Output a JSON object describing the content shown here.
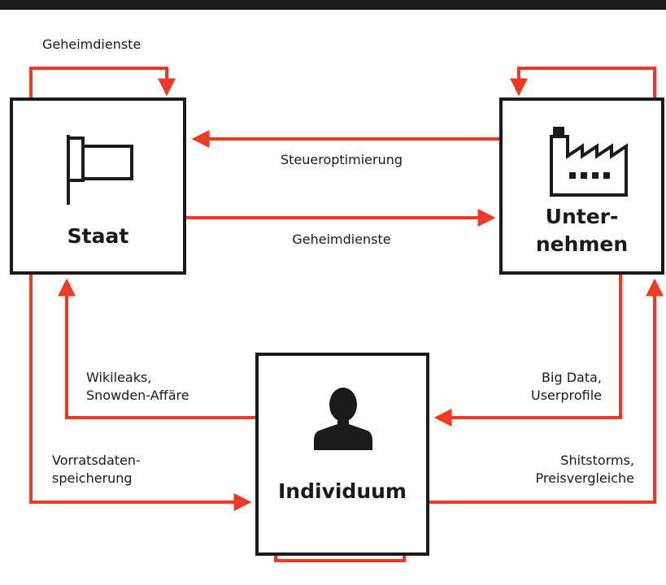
{
  "colors": {
    "arrow": "#ee3a24",
    "ink": "#1a1a1a",
    "background": "#ffffff"
  },
  "nodes": {
    "staat": {
      "title": "Staat",
      "icon": "flag-icon"
    },
    "unternehmen": {
      "title": "Unter-\nnehmen",
      "icon": "factory-icon"
    },
    "individuum": {
      "title": "Individuum",
      "icon": "person-silhouette-icon"
    }
  },
  "labels": {
    "staat_self": "Geheimdienste",
    "unternehmen_to_staat": "Steueroptimierung",
    "staat_to_unternehmen": "Geheimdienste",
    "individuum_to_staat": "Wikileaks,\nSnowden-Affäre",
    "staat_to_individuum": "Vorratsdaten-\nspeicherung",
    "unternehmen_to_individuum": "Big Data,\nUserprofile",
    "individuum_to_unternehmen": "Shitstorms,\nPreisvergleiche"
  }
}
